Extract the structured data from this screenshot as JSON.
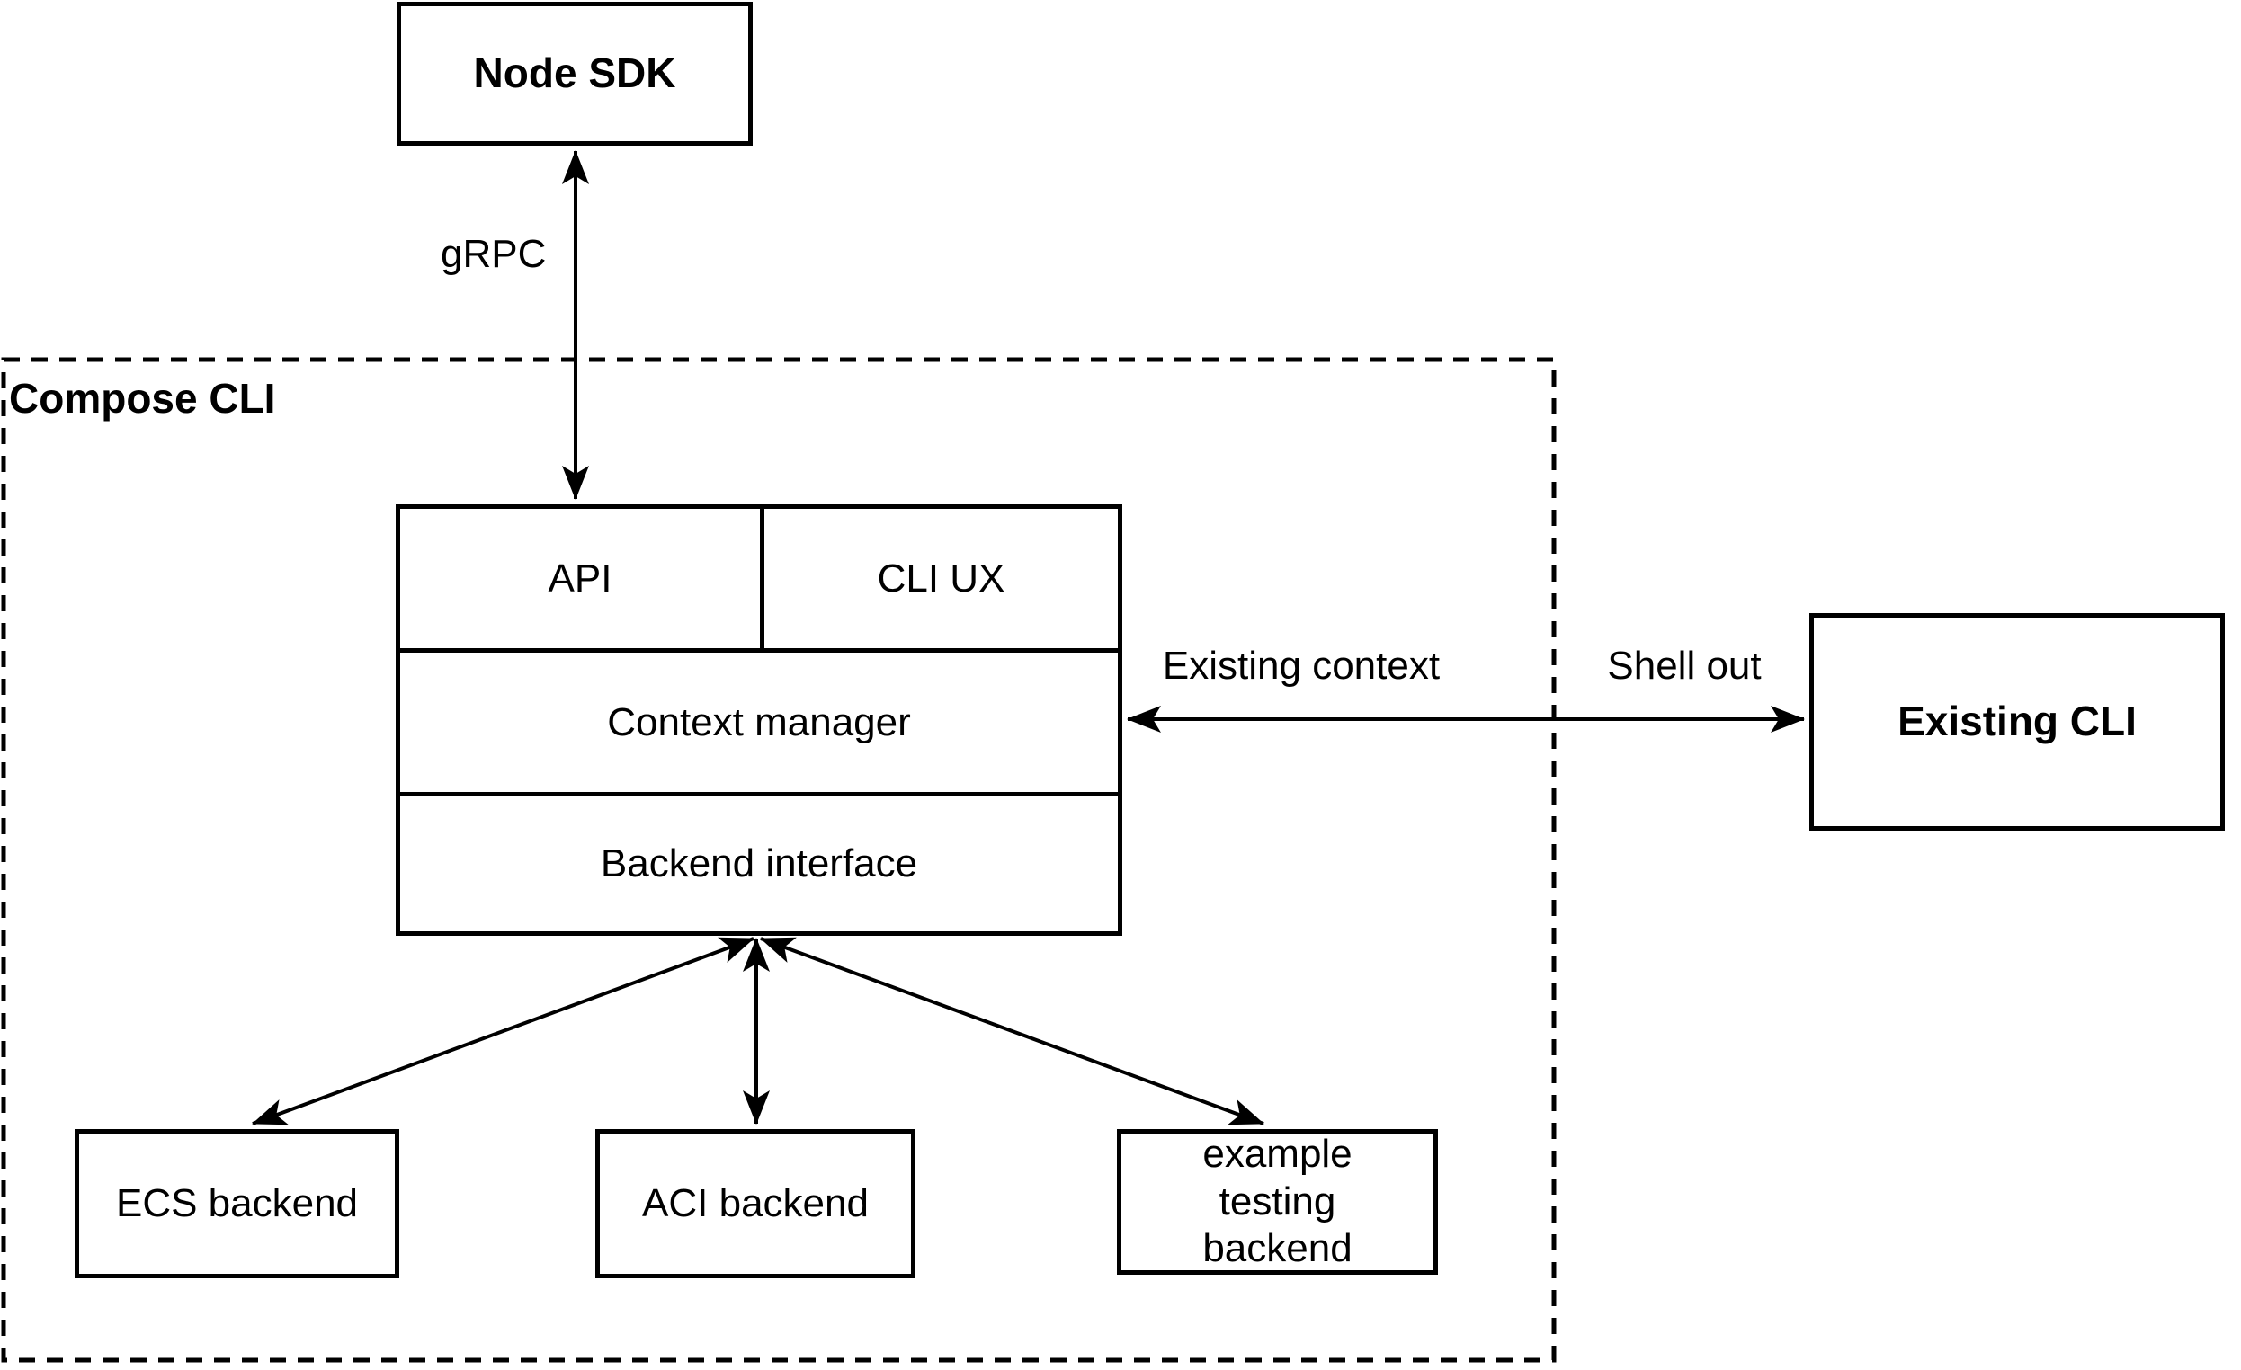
{
  "canvas": {
    "background": "#ffffff",
    "stroke_color": "#000000"
  },
  "container": {
    "label": "Compose CLI"
  },
  "nodes": {
    "node_sdk": {
      "label": "Node SDK"
    },
    "api": {
      "label": "API"
    },
    "cli_ux": {
      "label": "CLI UX"
    },
    "context_manager": {
      "label": "Context manager"
    },
    "backend_interface": {
      "label": "Backend interface"
    },
    "existing_cli": {
      "label": "Existing CLI"
    },
    "ecs_backend": {
      "label": "ECS backend"
    },
    "aci_backend": {
      "label": "ACI backend"
    },
    "example_testing_backend": {
      "label": "example testing backend"
    }
  },
  "edges": {
    "grpc": {
      "label": "gRPC",
      "from": "Node SDK",
      "to": "API",
      "bidirectional": true
    },
    "context_shell": {
      "label_left": "Existing context",
      "label_right": "Shell out",
      "from": "Context manager",
      "to": "Existing CLI",
      "bidirectional": true
    },
    "backend_to_ecs": {
      "from": "Backend interface",
      "to": "ECS backend",
      "bidirectional": true
    },
    "backend_to_aci": {
      "from": "Backend interface",
      "to": "ACI backend",
      "bidirectional": true
    },
    "backend_to_example": {
      "from": "Backend interface",
      "to": "example testing backend",
      "bidirectional": true
    }
  }
}
